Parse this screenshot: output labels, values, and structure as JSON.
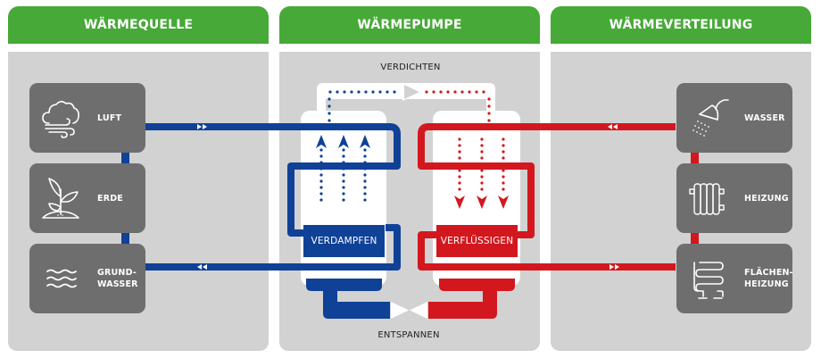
{
  "colors": {
    "green_header": "#47a938",
    "panel_bg": "#d2d2d2",
    "tile_bg": "#6e6e6e",
    "cold_blue": "#0f4197",
    "hot_red": "#d2181e",
    "white": "#ffffff"
  },
  "panels": {
    "source": {
      "title": "WÄRMEQUELLE"
    },
    "pump": {
      "title": "WÄRMEPUMPE"
    },
    "distribution": {
      "title": "WÄRMEVERTEILUNG"
    }
  },
  "sources": [
    {
      "label": "LUFT",
      "icon": "cloud-wind-icon"
    },
    {
      "label": "ERDE",
      "icon": "plant-sprout-icon"
    },
    {
      "label_line1": "GRUND-",
      "label_line2": "WASSER",
      "icon": "water-waves-icon"
    }
  ],
  "consumers": [
    {
      "label": "WASSER",
      "icon": "shower-head-icon"
    },
    {
      "label": "HEIZUNG",
      "icon": "radiator-icon"
    },
    {
      "label_line1": "FLÄCHEN-",
      "label_line2": "HEIZUNG",
      "icon": "floor-heating-icon"
    }
  ],
  "pump": {
    "compress_label": "VERDICHTEN",
    "expand_label": "ENTSPANNEN",
    "evaporator_label": "VERDAMPFEN",
    "condenser_label": "VERFLÜSSIGEN"
  },
  "flow_markers": {
    "forward": "▶▶",
    "backward": "◀◀"
  }
}
